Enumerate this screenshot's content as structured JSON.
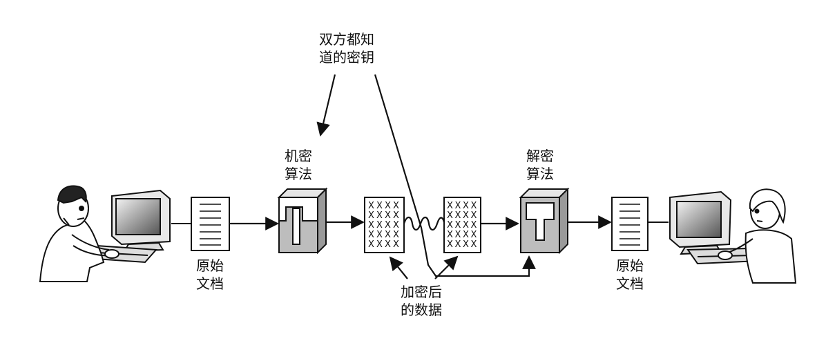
{
  "labels": {
    "shared_key": [
      "双方都知",
      "道的密钥"
    ],
    "encrypt_algorithm": [
      "机密",
      "算法"
    ],
    "decrypt_algorithm": [
      "解密",
      "算法"
    ],
    "original_doc_left": [
      "原始",
      "文档"
    ],
    "original_doc_right": [
      "原始",
      "文档"
    ],
    "encrypted_data": [
      "加密后",
      "的数据"
    ]
  },
  "cipher_glyph": "X",
  "icons": {
    "sender": "man-at-computer-icon",
    "receiver": "woman-at-computer-icon",
    "document": "document-icon",
    "algorithm": "algorithm-box-icon",
    "ciphertext": "ciphertext-block-icon",
    "transmission": "wave-icon"
  }
}
